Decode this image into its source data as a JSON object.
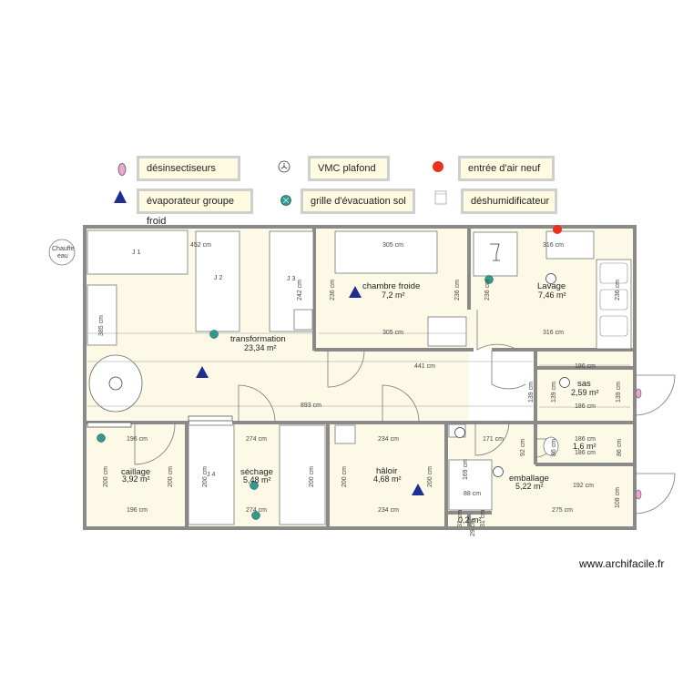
{
  "legend": {
    "desinsectiseurs": "désinsectiseurs",
    "vmc": "VMC plafond",
    "air_neuf": "entrée d'air neuf",
    "evaporateur": "évaporateur groupe froid",
    "grille": "grille d'évacuation sol",
    "deshumidificateur": "déshumidificateur"
  },
  "colors": {
    "wall": "#8a8a8a",
    "floor": "#fcfae6",
    "evaporator": "#1f2f8f",
    "grille": "#2a9d8f",
    "air": "#e8321a",
    "insect": "#e9a7d2"
  },
  "boiler": {
    "line1": "Chauffe",
    "line2": "eau"
  },
  "rooms": {
    "transformation": {
      "name": "transformation",
      "area": "23,34 m²"
    },
    "chambre": {
      "name": "chambre froide",
      "area": "7,2 m²"
    },
    "lavage": {
      "name": "Lavage",
      "area": "7,46 m²"
    },
    "sas": {
      "name": "sas",
      "area": "2,59 m²"
    },
    "wc": {
      "area": "1,6 m²"
    },
    "caillage": {
      "name": "caillage",
      "area": "3,92 m²"
    },
    "sechage": {
      "name": "séchage",
      "area": "5,48 m²"
    },
    "haloir": {
      "name": "hâloir",
      "area": "4,68 m²"
    },
    "emballage": {
      "name": "emballage",
      "area": "5,22 m²"
    },
    "small": {
      "area": "0,2 m²"
    }
  },
  "furniture": {
    "j1": "J 1",
    "j2": "J 2",
    "j3": "J 3",
    "j4": "J 4"
  },
  "dims": {
    "d452": "452 cm",
    "d305a": "305 cm",
    "d316a": "316 cm",
    "d236a": "236 cm",
    "d236b": "236 cm",
    "d236c": "236 cm",
    "d236d": "236 cm",
    "d242": "242 cm",
    "d385": "385 cm",
    "d305b": "305 cm",
    "d316b": "316 cm",
    "d441": "441 cm",
    "d893": "893 cm",
    "d186a": "186 cm",
    "d139a": "139 cm",
    "d139b": "139 cm",
    "d139c": "139 cm",
    "d186b": "186 cm",
    "d196a": "196 cm",
    "d274a": "274 cm",
    "d234a": "234 cm",
    "d171": "171 cm",
    "d186c": "186 cm",
    "d86a": "86 cm",
    "d86b": "86 cm",
    "d186d": "186 cm",
    "d200a": "200 cm",
    "d200b": "200 cm",
    "d200c": "200 cm",
    "d200d": "200 cm",
    "d200e": "200 cm",
    "d200f": "200 cm",
    "d169": "169 cm",
    "d88": "88 cm",
    "d92": "92 cm",
    "d192": "192 cm",
    "d108": "108 cm",
    "d196b": "196 cm",
    "d274b": "274 cm",
    "d234b": "234 cm",
    "d275": "275 cm",
    "d31a": "31 cm",
    "d31b": "31 cm",
    "d29": "29 cm"
  },
  "watermark": "www.archifacile.fr"
}
